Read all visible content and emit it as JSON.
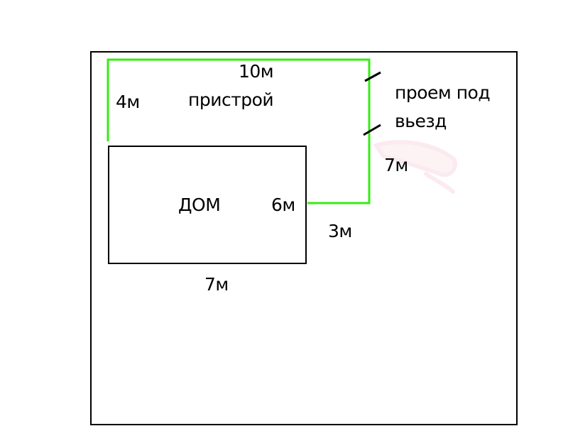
{
  "colors": {
    "background": "#ffffff",
    "outline": "#000000",
    "extension": "#33ee11",
    "smudge": "#fdf0f4"
  },
  "labels": {
    "extension_width": "10м",
    "extension_depth": "4м",
    "extension_name": "пристрой",
    "opening_line1": "проем под",
    "opening_line2": "вьезд",
    "side_right": "7м",
    "house_name": "ДОМ",
    "house_depth": "6м",
    "offset": "3м",
    "house_width": "7м"
  }
}
